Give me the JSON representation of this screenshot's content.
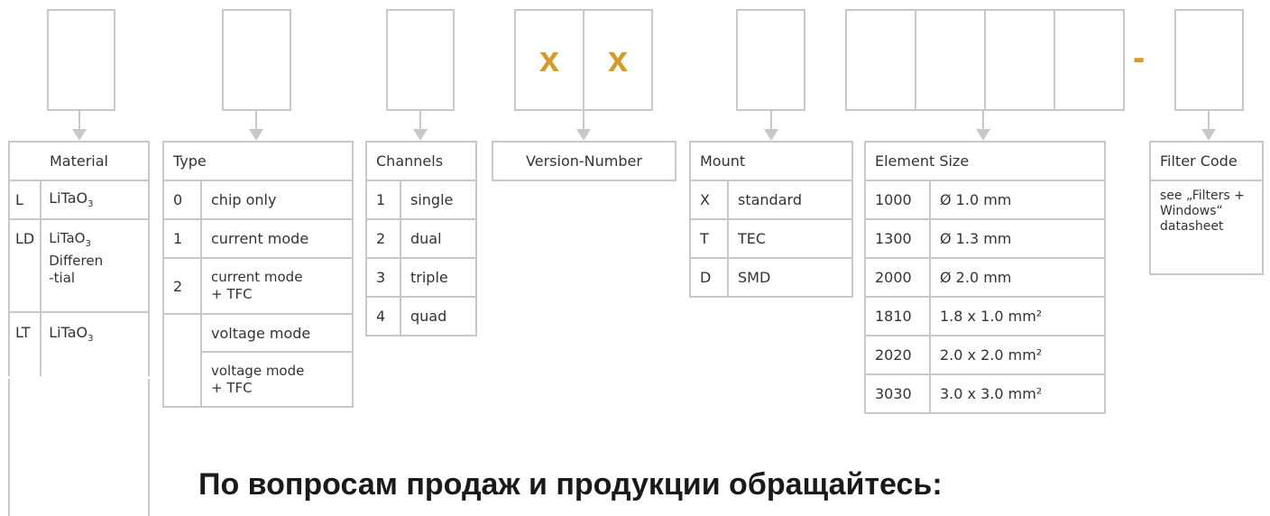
{
  "code_boxes": {
    "version_x1": "x",
    "version_x2": "x",
    "separator": "-"
  },
  "material": {
    "header": "Material",
    "rows": [
      {
        "code": "L",
        "name": "LiTaO",
        "sub": "3",
        "extra": ""
      },
      {
        "code": "LD",
        "name": "LiTaO",
        "sub": "3",
        "extra": "Differen-tial"
      },
      {
        "code": "LT",
        "name": "LiTaO",
        "sub": "3",
        "extra": ""
      }
    ]
  },
  "type": {
    "header": "Type",
    "rows": [
      {
        "code": "0",
        "desc": "chip only"
      },
      {
        "code": "1",
        "desc": "current mode"
      },
      {
        "code": "2",
        "desc": "current mode + TFC"
      },
      {
        "code": "",
        "desc": "voltage mode"
      },
      {
        "code": "",
        "desc": "voltage mode + TFC"
      }
    ]
  },
  "channels": {
    "header": "Channels",
    "rows": [
      {
        "code": "1",
        "desc": "single"
      },
      {
        "code": "2",
        "desc": "dual"
      },
      {
        "code": "3",
        "desc": "triple"
      },
      {
        "code": "4",
        "desc": "quad"
      }
    ]
  },
  "version": {
    "header": "Version-Number"
  },
  "mount": {
    "header": "Mount",
    "rows": [
      {
        "code": "X",
        "desc": "standard"
      },
      {
        "code": "T",
        "desc": "TEC"
      },
      {
        "code": "D",
        "desc": "SMD"
      }
    ]
  },
  "element_size": {
    "header": "Element Size",
    "rows": [
      {
        "code": "1000",
        "desc": "Ø 1.0 mm"
      },
      {
        "code": "1300",
        "desc": "Ø 1.3 mm"
      },
      {
        "code": "2000",
        "desc": "Ø 2.0 mm"
      },
      {
        "code": "1810",
        "desc": "1.8 x 1.0 mm²"
      },
      {
        "code": "2020",
        "desc": "2.0 x 2.0 mm²"
      },
      {
        "code": "3030",
        "desc": "3.0 x 3.0 mm²"
      }
    ]
  },
  "filter_code": {
    "header": "Filter Code",
    "note": "see „Filters + Windows“ datasheet"
  },
  "footer": "По вопросам продаж и продукции обращайтесь:",
  "colors": {
    "accent": "#d49a2c",
    "border": "#c8c8c8",
    "text": "#333333"
  }
}
